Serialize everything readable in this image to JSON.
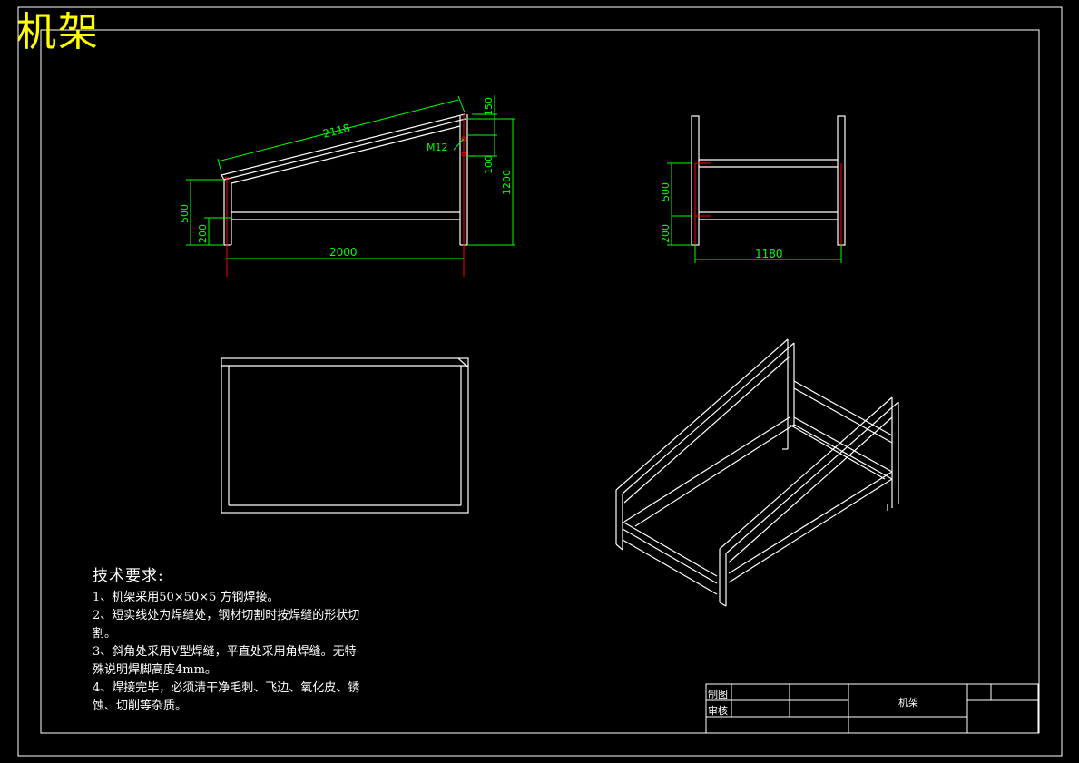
{
  "title": "机架",
  "dimensions": {
    "front_length_top": "2118",
    "front_top_offset": "150",
    "front_bolt": "M12",
    "front_gap": "100",
    "front_height": "1200",
    "front_mid_height": "500",
    "front_low_height": "200",
    "front_width": "2000",
    "side_mid_height": "500",
    "side_low_height": "200",
    "side_width": "1180"
  },
  "notes": {
    "heading": "技术要求:",
    "items": [
      "1、机架采用50×50×5 方钢焊接。",
      "2、短实线处为焊缝处，钢材切割时按焊缝的形状切\n割。",
      "3、斜角处采用V型焊缝，平直处采用角焊缝。无特\n殊说明焊脚高度4mm。",
      "4、焊接完毕，必须清干净毛刺、飞边、氧化皮、锈\n蚀、切削等杂质。"
    ]
  },
  "title_block": {
    "drawn_label": "制图",
    "checked_label": "审核",
    "part_name": "机架"
  },
  "colors": {
    "background": "#000000",
    "lines": "#ffffff",
    "dimensions": "#00ff00",
    "centerlines": "#ff0000",
    "title": "#ffff00"
  }
}
